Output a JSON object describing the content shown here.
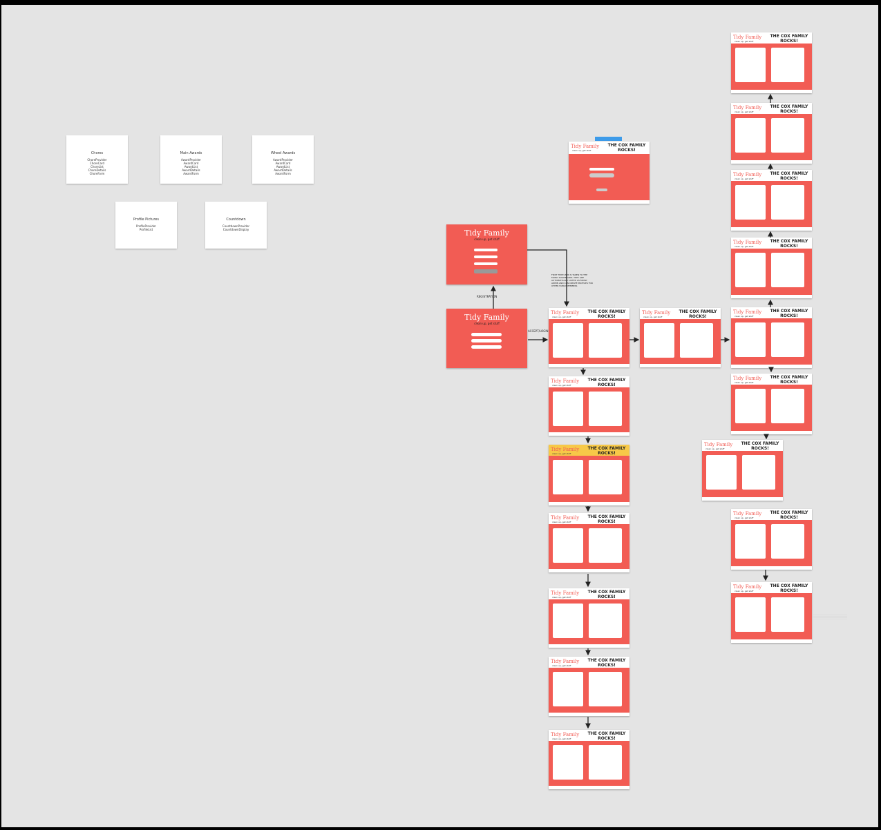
{
  "notes": [
    {
      "title": "Chores",
      "lines": [
        "ChoreProvider",
        "ChoreCard",
        "ChoreList",
        "ChoreDetails",
        "ChoreForm"
      ]
    },
    {
      "title": "Main Awards",
      "lines": [
        "AwardProvider",
        "AwardCard",
        "AwardList",
        "AwardDetails",
        "AwardForm"
      ]
    },
    {
      "title": "Wheel Awards",
      "lines": [
        "AwardProvider",
        "AwardCard",
        "AwardList",
        "AwardDetails",
        "AwardForm"
      ]
    },
    {
      "title": "Profile Pictures",
      "lines": [
        "ProfileProvider",
        "ProfileList"
      ]
    },
    {
      "title": "Countdown",
      "lines": [
        "CountdownProvider",
        "CountdownDisplay"
      ]
    }
  ],
  "app": {
    "brand": "Tidy Family",
    "tagline": "clean up, get stuff",
    "family_title": "THE COX FAMILY ROCKS!"
  },
  "flow_labels": {
    "registration": "REGISTRATION",
    "accept_login": "ACCEPT/LOGIN",
    "new_user_note": "FIRST TIME USER IS TAKEN TO THE FAMILY DASHBOARD. THEY ARE AUTOMATICALLY LISTED AS FAMILY ADMIN AND CAN CREATE PROFILES FOR OTHER FAMILY MEMBERS"
  }
}
